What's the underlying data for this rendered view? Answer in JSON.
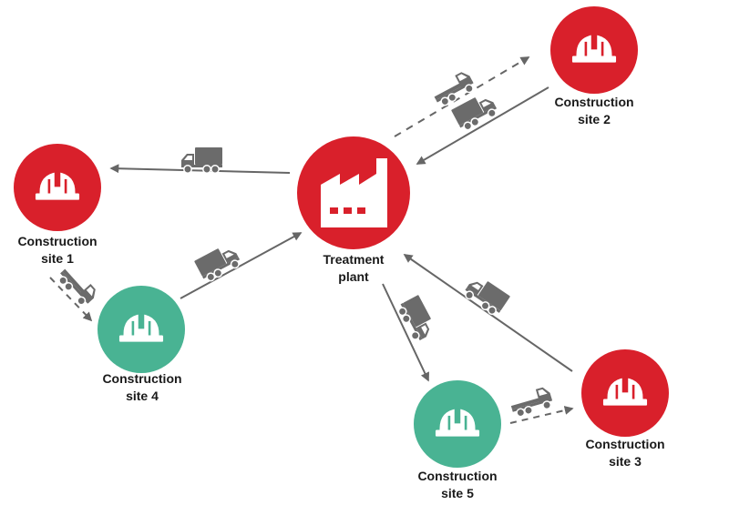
{
  "colors": {
    "red": "#D9202B",
    "teal": "#49B393",
    "arrow": "#666666",
    "truck": "#6b6b6b",
    "text": "#1a1a1a"
  },
  "nodes": {
    "plant": {
      "line1": "Treatment",
      "line2": "plant",
      "icon": "factory-icon",
      "color": "red"
    },
    "site1": {
      "line1": "Construction",
      "line2": "site 1",
      "icon": "hard-hat-icon",
      "color": "red"
    },
    "site2": {
      "line1": "Construction",
      "line2": "site 2",
      "icon": "hard-hat-icon",
      "color": "red"
    },
    "site3": {
      "line1": "Construction",
      "line2": "site 3",
      "icon": "hard-hat-icon",
      "color": "red"
    },
    "site4": {
      "line1": "Construction",
      "line2": "site 4",
      "icon": "hard-hat-icon",
      "color": "teal"
    },
    "site5": {
      "line1": "Construction",
      "line2": "site 5",
      "icon": "hard-hat-icon",
      "color": "teal"
    }
  },
  "edges": [
    {
      "from": "plant",
      "to": "site1",
      "style": "solid",
      "vehicle": "box-truck-icon"
    },
    {
      "from": "plant",
      "to": "site2",
      "style": "dashed",
      "vehicle": "flatbed-truck-icon"
    },
    {
      "from": "site2",
      "to": "plant",
      "style": "solid",
      "vehicle": "box-truck-icon"
    },
    {
      "from": "site3",
      "to": "plant",
      "style": "solid",
      "vehicle": "box-truck-icon"
    },
    {
      "from": "plant",
      "to": "site5",
      "style": "solid",
      "vehicle": "box-truck-icon"
    },
    {
      "from": "site4",
      "to": "plant",
      "style": "solid",
      "vehicle": "box-truck-icon"
    },
    {
      "from": "site1",
      "to": "site4",
      "style": "dashed",
      "vehicle": "flatbed-truck-icon"
    },
    {
      "from": "site5",
      "to": "site3",
      "style": "dashed",
      "vehicle": "flatbed-truck-icon"
    }
  ]
}
